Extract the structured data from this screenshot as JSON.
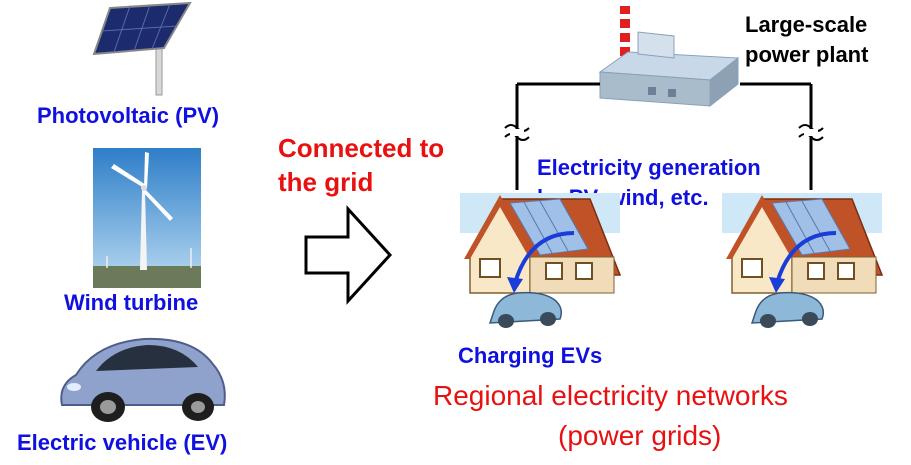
{
  "left_column": {
    "pv_label": "Photovoltaic (PV)",
    "wind_label": "Wind turbine",
    "ev_label": "Electric vehicle (EV)"
  },
  "arrow_label": {
    "line1": "Connected to",
    "line2": "the grid"
  },
  "plant_label": {
    "line1": "Large-scale",
    "line2": "power plant"
  },
  "generation_label": {
    "line1": "Electricity generation",
    "line2": "by PV, wind, etc."
  },
  "charging_label": "Charging EVs",
  "network_label": {
    "line1": "Regional electricity networks",
    "line2": "(power grids)"
  },
  "colors": {
    "label_blue": "#1010e0",
    "label_red": "#e81010"
  }
}
